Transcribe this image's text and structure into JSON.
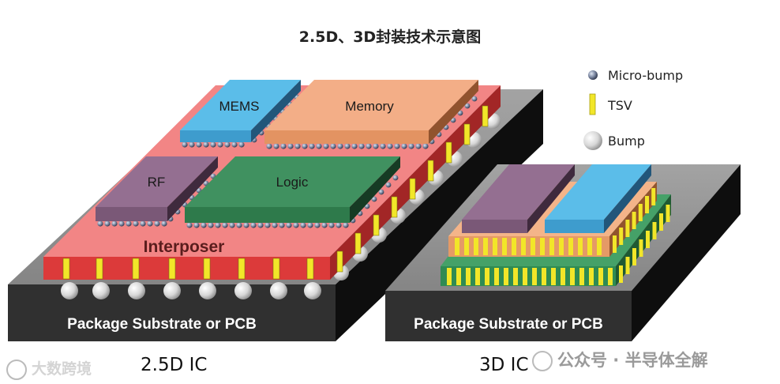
{
  "title": "2.5D、3D封装技术示意图",
  "left_diagram": {
    "label": "2.5D IC",
    "substrate": "Package Substrate or PCB",
    "interposer": "Interposer",
    "chips": {
      "mems": "MEMS",
      "memory": "Memory",
      "rf": "RF",
      "logic": "Logic"
    }
  },
  "right_diagram": {
    "label": "3D IC",
    "substrate": "Package Substrate or PCB"
  },
  "legend": [
    {
      "name": "micro-bump",
      "label": "Micro-bump"
    },
    {
      "name": "tsv",
      "label": "TSV"
    },
    {
      "name": "bump",
      "label": "Bump"
    }
  ],
  "colors": {
    "substrate_top": "#969696",
    "substrate_front": "#303030",
    "substrate_side": "#111111",
    "interposer": "#f08080",
    "interposer_front": "#dd3b3b",
    "mems": "#55b8e6",
    "memory": "#f2ab82",
    "rf": "#916e8e",
    "logic": "#3e8c5a",
    "tsv": "#f2e629",
    "bump": "#e7e7e7"
  },
  "watermarks": {
    "left": "大数跨境",
    "right": "公众号 · 半导体全解"
  }
}
